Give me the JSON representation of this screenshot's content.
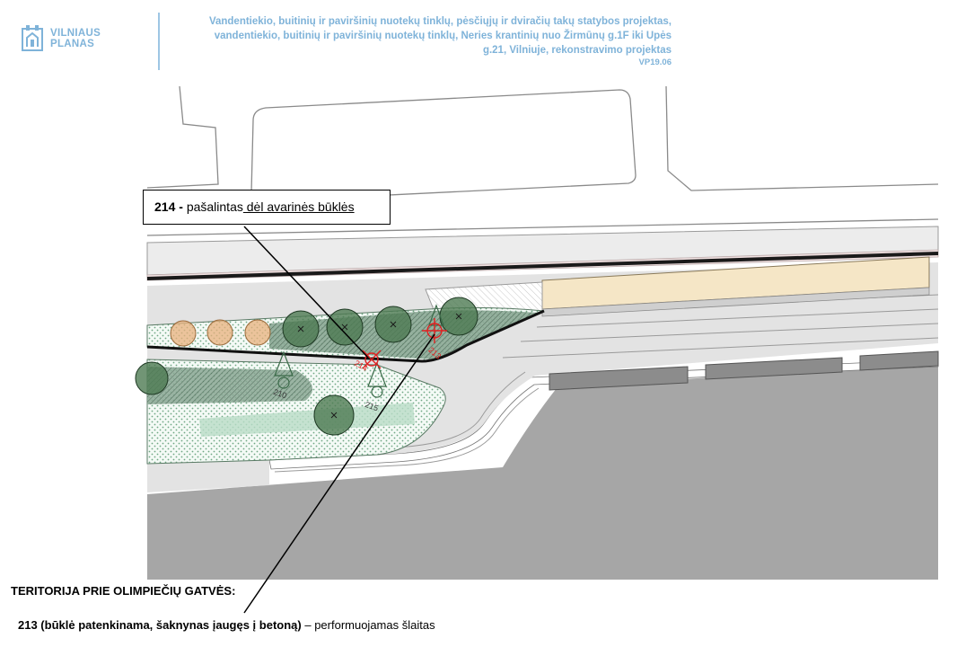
{
  "logo": {
    "line1": "VILNIAUS",
    "line2": "PLANAS"
  },
  "header": {
    "line1": "Vandentiekio, buitinių ir paviršinių nuotekų tinklų, pėsčiųjų ir dviračių takų statybos projektas,",
    "line2": "vandentiekio, buitinių ir paviršinių nuotekų tinklų, Neries krantinių nuo Žirmūnų g.1F iki Upės",
    "line3": "g.21, Vilniuje, rekonstravimo projektas",
    "code": "VP19.06"
  },
  "callout_214": {
    "number": "214",
    "separator": " - ",
    "text": "pašalintas",
    "reason": " dėl avarinės būklės"
  },
  "section": {
    "title": "TERITORIJA PRIE OLIMPIEČIŲ GATVĖS:"
  },
  "note_213": {
    "text_bold": "213 (būklė patenkinama, šaknynas įaugęs į betoną)",
    "text_normal": " – performuojamas šlaitas"
  },
  "map_labels": {
    "tree_a": "210",
    "tree_b": "215",
    "tree_c": "214",
    "tree_d": "213"
  },
  "colors": {
    "road": "#a6a6a6",
    "pavement": "#e3e3e3",
    "pink_strip": "#f2e2e2",
    "tan_strip": "#f5e6c6",
    "green_dots": "#7fae8f",
    "dark_hatch": "#5a7a65",
    "tree_dark": "#4e7a52",
    "tree_orange": "#e8b07c",
    "red_mark": "#e02020",
    "brand_blue": "#7fb3d9"
  }
}
